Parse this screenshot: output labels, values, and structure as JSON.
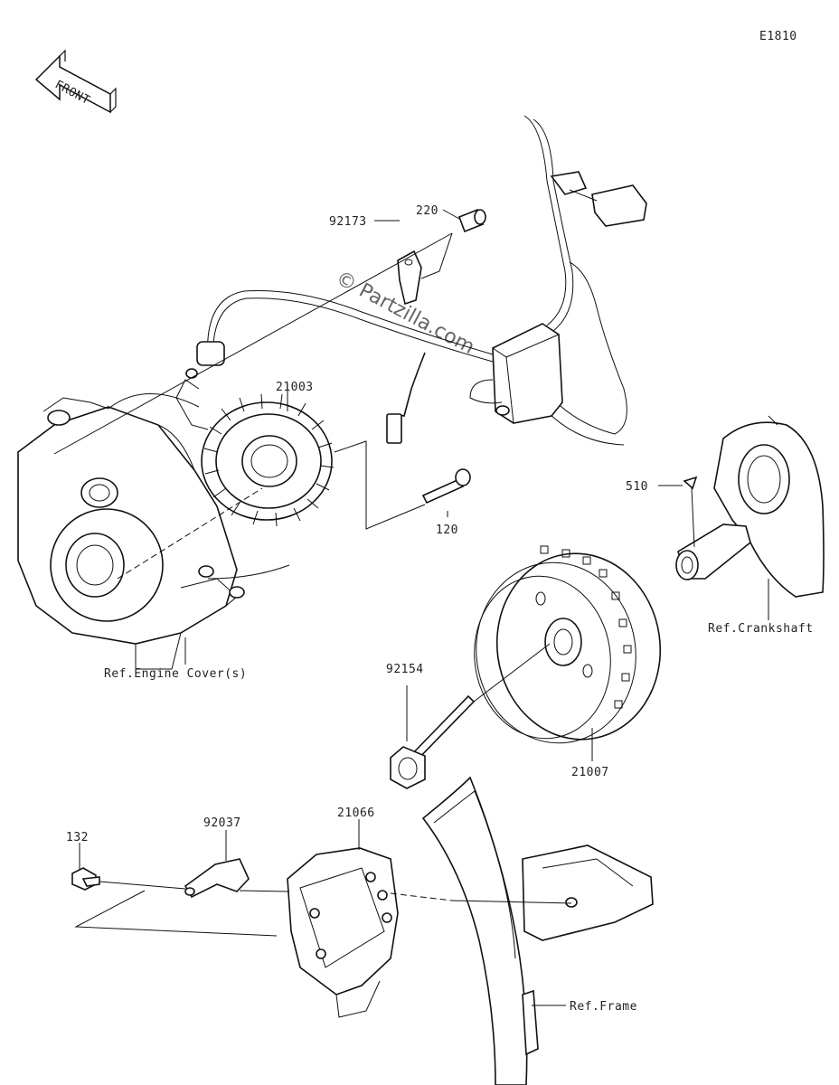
{
  "diagram_code": "E1810",
  "front_arrow_label": "FRONT",
  "watermark": "© Partzilla.com",
  "parts": [
    {
      "id": "p220",
      "number": "220"
    },
    {
      "id": "p92173",
      "number": "92173"
    },
    {
      "id": "p21003",
      "number": "21003"
    },
    {
      "id": "p120",
      "number": "120"
    },
    {
      "id": "p510",
      "number": "510"
    },
    {
      "id": "p92154",
      "number": "92154"
    },
    {
      "id": "p21007",
      "number": "21007"
    },
    {
      "id": "p132",
      "number": "132"
    },
    {
      "id": "p92037",
      "number": "92037"
    },
    {
      "id": "p21066",
      "number": "21066"
    }
  ],
  "references": {
    "crankshaft": "Ref.Crankshaft",
    "engine_cover": "Ref.Engine Cover(s)",
    "frame": "Ref.Frame"
  }
}
